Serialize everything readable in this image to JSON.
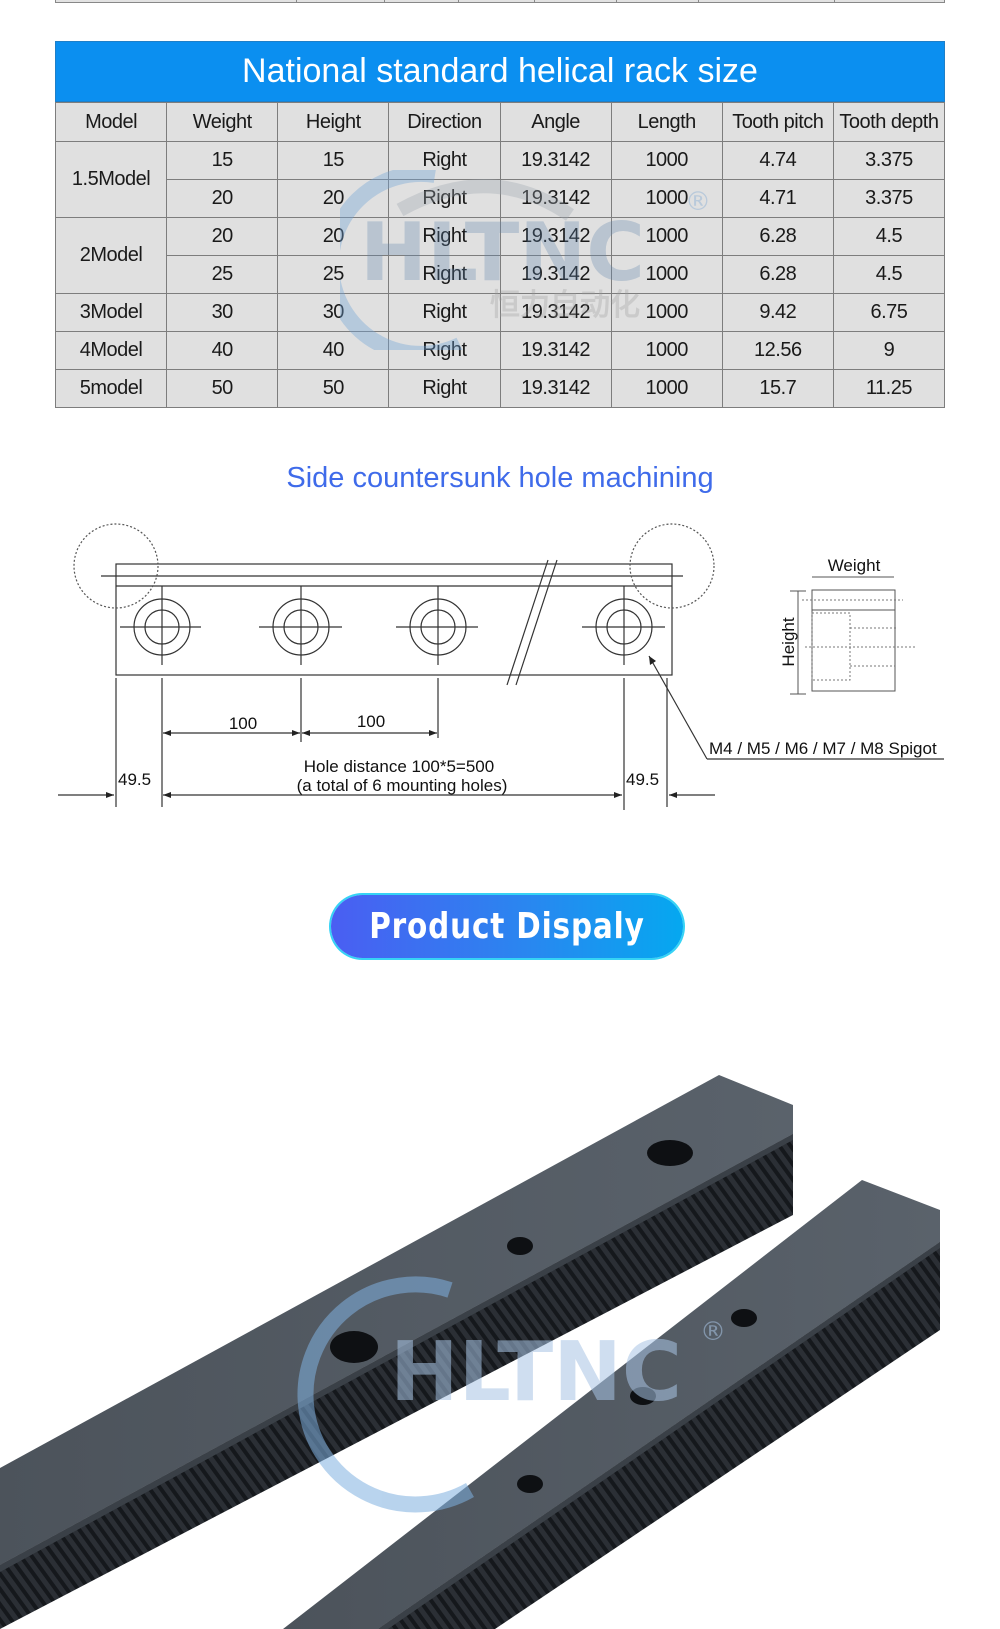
{
  "spec_table": {
    "title": "National standard helical rack size",
    "headers": [
      "Model",
      "Weight",
      "Height",
      "Direction",
      "Angle",
      "Length",
      "Tooth pitch",
      "Tooth depth"
    ],
    "groups": [
      {
        "model": "1.5Model",
        "rows": [
          {
            "weight": "15",
            "height": "15",
            "direction": "Right",
            "angle": "19.3142",
            "length": "1000",
            "tooth_pitch": "4.74",
            "tooth_depth": "3.375"
          },
          {
            "weight": "20",
            "height": "20",
            "direction": "Right",
            "angle": "19.3142",
            "length": "1000",
            "tooth_pitch": "4.71",
            "tooth_depth": "3.375"
          }
        ]
      },
      {
        "model": "2Model",
        "rows": [
          {
            "weight": "20",
            "height": "20",
            "direction": "Right",
            "angle": "19.3142",
            "length": "1000",
            "tooth_pitch": "6.28",
            "tooth_depth": "4.5"
          },
          {
            "weight": "25",
            "height": "25",
            "direction": "Right",
            "angle": "19.3142",
            "length": "1000",
            "tooth_pitch": "6.28",
            "tooth_depth": "4.5"
          }
        ]
      },
      {
        "model": "3Model",
        "rows": [
          {
            "weight": "30",
            "height": "30",
            "direction": "Right",
            "angle": "19.3142",
            "length": "1000",
            "tooth_pitch": "9.42",
            "tooth_depth": "6.75"
          }
        ]
      },
      {
        "model": "4Model",
        "rows": [
          {
            "weight": "40",
            "height": "40",
            "direction": "Right",
            "angle": "19.3142",
            "length": "1000",
            "tooth_pitch": "12.56",
            "tooth_depth": "9"
          }
        ]
      },
      {
        "model": "5model",
        "rows": [
          {
            "weight": "50",
            "height": "50",
            "direction": "Right",
            "angle": "19.3142",
            "length": "1000",
            "tooth_pitch": "15.7",
            "tooth_depth": "11.25"
          }
        ]
      }
    ]
  },
  "watermark": {
    "brand": "HLTNC",
    "registered": "®",
    "chinese": "恒力自动化"
  },
  "side_section": {
    "title": "Side countersunk hole machining",
    "dim_100_a": "100",
    "dim_100_b": "100",
    "dim_left": "49.5",
    "dim_right": "49.5",
    "hole_distance_line1": "Hole distance 100*5=500",
    "hole_distance_line2": "(a total of 6 mounting holes)",
    "spigot_label": "M4 / M5 / M6 / M7 / M8 Spigot",
    "side_view_width_label": "Weight",
    "side_view_height_label": "Height"
  },
  "product_display": {
    "label": "Product  Dispaly"
  },
  "colors": {
    "title_bar": "#0b8ff0",
    "section_title": "#3f6bea",
    "pill_start": "#4a5ef2",
    "pill_end": "#05a8f0",
    "rack_steel": "#4a5058"
  }
}
